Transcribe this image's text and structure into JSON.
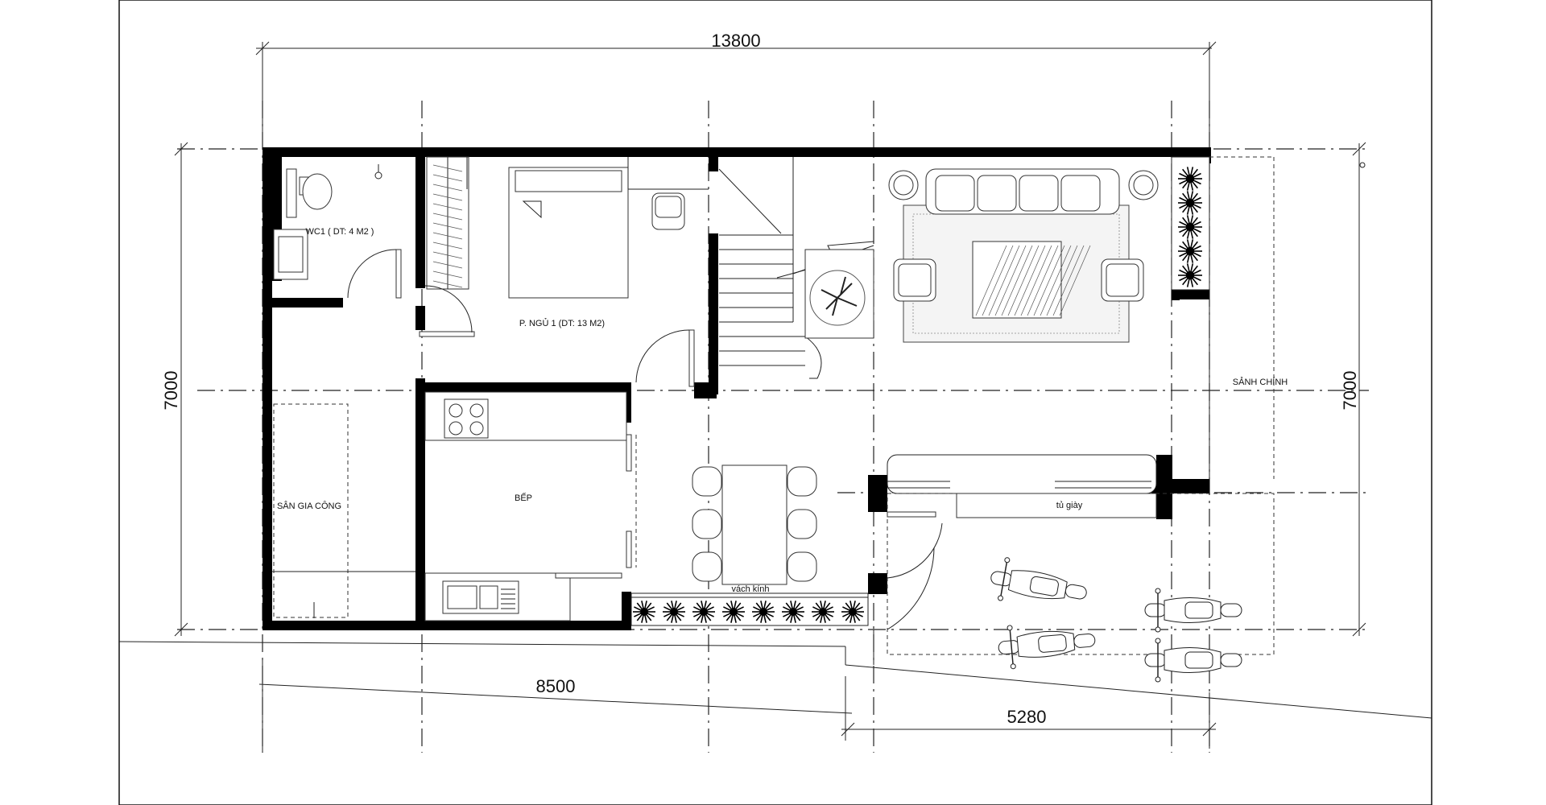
{
  "dimensions": {
    "top_overall": "13800",
    "left_depth": "7000",
    "right_depth": "7000",
    "bottom_left": "8500",
    "bottom_right": "5280"
  },
  "rooms": {
    "wc": "WC1 ( DT: 4 M2 )",
    "bedroom": "P. NGỦ 1 (DT: 13 M2)",
    "kitchen": "BẾP",
    "work_yard": "SÂN GIA CÔNG",
    "main_hall": "SẢNH CHÍNH",
    "shoe_cabinet": "tủ giày",
    "glass_wall": "vách kính"
  },
  "icons": {
    "plants": "plant-icon",
    "motorbikes": "motorbike-icon",
    "tree": "tree-icon"
  }
}
